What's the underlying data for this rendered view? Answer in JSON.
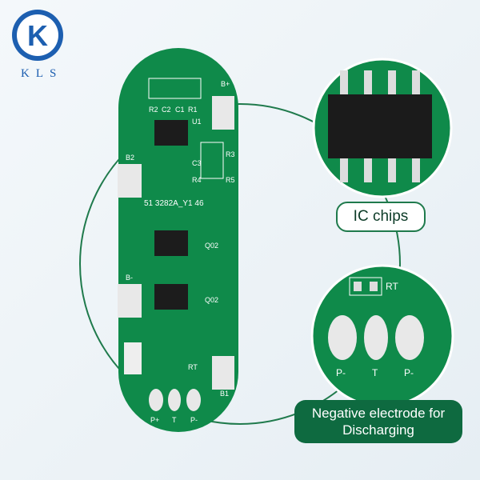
{
  "brand": {
    "logo_text": "KLS",
    "logo_letter": "K",
    "color": "#1d5fb0"
  },
  "pcb": {
    "color": "#0f8a4a",
    "labels": {
      "b_plus": "B+",
      "r2": "R2",
      "c2": "C2",
      "c1": "C1",
      "r1": "R1",
      "u1": "U1",
      "r3": "R3",
      "c3": "C3",
      "r4": "R4",
      "r5": "R5",
      "b2": "B2",
      "model": "51 3282A_Y1 46",
      "q1": "Q02",
      "q2": "Q02",
      "b_minus": "B-",
      "rt": "RT",
      "b1": "B1",
      "p_plus": "P+",
      "t": "T",
      "p_minus": "P-"
    }
  },
  "callouts": {
    "ic_chips": "IC chips",
    "negative_electrode": "Negative electrode for Discharging",
    "zoom_labels": {
      "rt": "RT",
      "p": "P-",
      "t": "T",
      "p_minus": "P-"
    }
  }
}
